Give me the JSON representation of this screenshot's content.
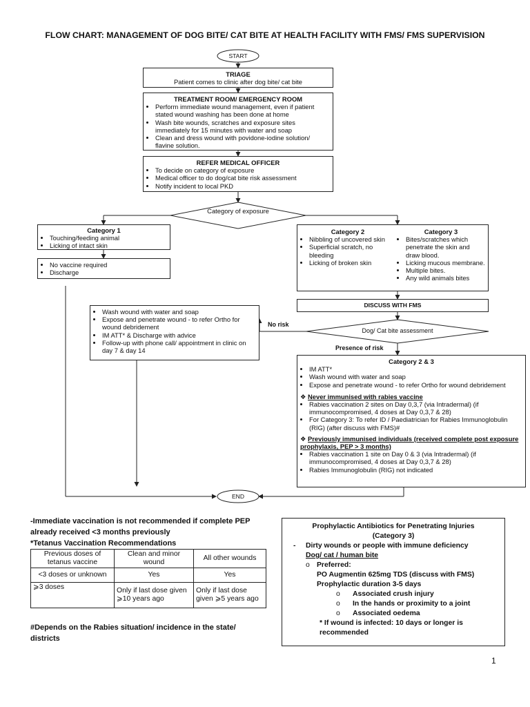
{
  "title": "FLOW CHART: MANAGEMENT OF DOG BITE/ CAT BITE AT HEALTH FACILITY WITH FMS/ FMS SUPERVISION",
  "start_label": "START",
  "end_label": "END",
  "triage": {
    "heading": "TRIAGE",
    "text": "Patient comes to clinic after dog bite/ cat bite"
  },
  "treatment": {
    "heading": "TREATMENT ROOM/ EMERGENCY ROOM",
    "items": [
      "Perform immediate wound management, even if patient stated wound washing has been done at home",
      "Wash bite wounds, scratches and exposure sites immediately for 15 minutes with water and soap",
      "Clean and dress wound with povidone-iodine solution/ flavine solution."
    ]
  },
  "refer": {
    "heading": "REFER MEDICAL OFFICER",
    "items": [
      "To decide on category of exposure",
      "Medical officer to do dog/cat bite risk assessment",
      "Notify incident to local PKD"
    ]
  },
  "decision_category": "Category of exposure",
  "cat1": {
    "heading": "Category 1",
    "items": [
      "Touching/feeding animal",
      "Licking of intact skin"
    ]
  },
  "cat1_action": {
    "items": [
      "No vaccine required",
      "Discharge"
    ]
  },
  "cat2": {
    "heading": "Category 2",
    "items": [
      "Nibbling of uncovered skin",
      "Superficial scratch, no bleeding",
      "Licking of broken skin"
    ]
  },
  "cat3": {
    "heading": "Category 3",
    "items": [
      "Bites/scratches which penetrate the skin and draw blood.",
      "Licking mucous membrane.",
      "Multiple bites.",
      "Any wild animals bites"
    ]
  },
  "discuss": "DISCUSS WITH FMS",
  "decision_risk": "Dog/ Cat bite assessment",
  "label_no_risk": "No risk",
  "label_presence_risk": "Presence of risk",
  "norisk_box": {
    "items": [
      "Wash wound with water and soap",
      "Expose and penetrate wound - to refer Ortho for wound debridement",
      "IM ATT* & Discharge with advice",
      "Follow-up with phone call/ appointment in clinic on day 7 & day 14"
    ]
  },
  "cat23": {
    "heading": "Category 2 & 3",
    "items": [
      "IM ATT*",
      "Wash wound with water and soap",
      "Expose and penetrate wound - to refer Ortho for wound debridement"
    ],
    "never_heading": "Never immunised with rabies vaccine",
    "never_items": [
      "Rabies vaccination 2 sites on Day 0,3,7 (via Intradermal) (if immunocompromised, 4 doses at Day 0,3,7 & 28)",
      "For Category 3: To refer ID / Paediatrician for Rabies Immunoglobulin (RIG) (after discuss with FMS)#"
    ],
    "prev_heading": "Previously immunised individuals (received complete post exposure prophylaxis, PEP > 3 months)",
    "prev_items": [
      "Rabies vaccination 1 site on Day 0 & 3 (via Intradermal) (if immunocompromised, 4 doses at Day 0,3,7 & 28)",
      "Rabies Immunoglobulin (RIG) not indicated"
    ]
  },
  "pep_note_line1": "-Immediate vaccination is not recommended if complete PEP",
  "pep_note_line2": "already received <3 months previously",
  "tetanus_heading": "*Tetanus Vaccination Recommendations",
  "tetanus_table": {
    "headers": [
      "Previous doses of tetanus vaccine",
      "Clean and minor wound",
      "All other wounds"
    ],
    "rows": [
      [
        "<3 doses or unknown",
        "Yes",
        "Yes"
      ],
      [
        "⩾3 doses",
        "Only if last dose given ⩾10 years ago",
        "Only if last dose given ⩾5 years ago"
      ]
    ]
  },
  "footnote": "#Depends on the Rabies situation/ incidence in the state/ districts",
  "antibiotics": {
    "heading_line1": "Prophylactic Antibiotics for Penetrating Injuries",
    "heading_line2": "(Category 3)",
    "dash_item": "Dirty wounds or people with immune deficiency",
    "subheading": "Dog/ cat / human bite",
    "preferred_label": "Preferred:",
    "drug": "PO Augmentin 625mg TDS (discuss with FMS)",
    "duration": "Prophylactic duration 3-5 days",
    "conditions": [
      "Associated crush injury",
      "In the hands or proximity to a joint",
      "Associated oedema"
    ],
    "infected_note": "* If wound is infected: 10 days or longer is recommended"
  },
  "page_number": "1"
}
